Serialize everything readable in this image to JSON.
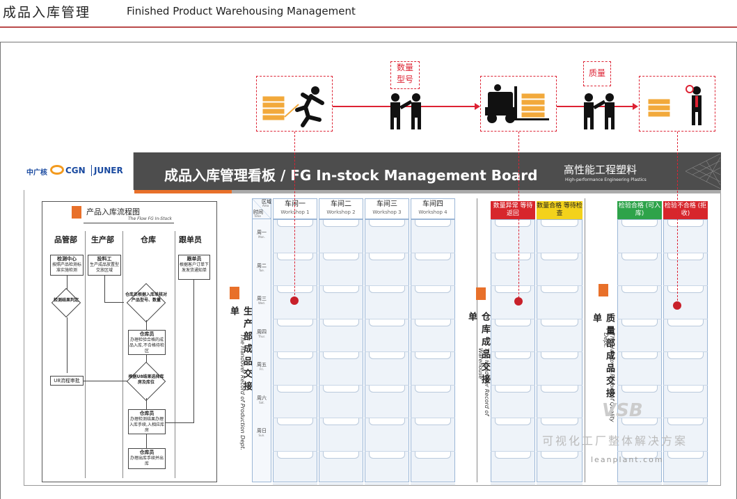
{
  "header": {
    "title_cn": "成品入库管理",
    "title_en": "Finished Product Warehousing Management"
  },
  "top_flow": {
    "tag1": [
      "数量",
      "型号"
    ],
    "tag2": "质量"
  },
  "board": {
    "logos": [
      "中广核",
      "CGN",
      "JUNER"
    ],
    "title": "成品入库管理看板 /  FG In-stock Management Board",
    "subtitle_cn": "高性能工程塑料",
    "subtitle_en": "High-performance Engineering Plastics"
  },
  "flowchart": {
    "title_cn": "产品入库流程图",
    "title_en": "The Flow FG In-Stock",
    "departments": [
      "品管部",
      "生产部",
      "仓库",
      "跟单员"
    ],
    "boxes": {
      "qc_center": {
        "title": "检测中心",
        "text": "按照产品检测标准实施检测"
      },
      "feeder": {
        "title": "投料工",
        "text": "生产成品放置型交放区域"
      },
      "warehouse_check": {
        "text": "仓库员根据入库单核对产品型号、数量"
      },
      "follower": {
        "title": "跟单员",
        "text": "根据客户订单下发发货通知单"
      },
      "qc_result": {
        "text": "检测结果判定"
      },
      "wh1": {
        "title": "仓库员",
        "text": "办理检验合格的成品入库,不合格待检区"
      },
      "u8_approve": {
        "text": "U8流程审批"
      },
      "u8_select": {
        "text": "根据U8结果选择库房及库位"
      },
      "wh2": {
        "title": "仓库员",
        "text": "办理检测结果办理入库手续,入相应库房"
      },
      "wh3": {
        "title": "仓库员",
        "text": "办理出库手续并出库"
      }
    }
  },
  "production": {
    "corner_top": "区域",
    "corner_top_en": "Area",
    "corner_bottom": "时间",
    "corner_bottom_en": "Time",
    "workshops": [
      {
        "cn": "车间一",
        "en": "Workshop 1"
      },
      {
        "cn": "车间二",
        "en": "Workshop 2"
      },
      {
        "cn": "车间三",
        "en": "Workshop 3"
      },
      {
        "cn": "车间四",
        "en": "Workshop 4"
      }
    ],
    "days": [
      {
        "cn": "周一",
        "en": "Mon."
      },
      {
        "cn": "周二",
        "en": "Tue."
      },
      {
        "cn": "周三",
        "en": "Wed."
      },
      {
        "cn": "周四",
        "en": "Thur."
      },
      {
        "cn": "周五",
        "en": "Fri."
      },
      {
        "cn": "周六",
        "en": "Sat."
      },
      {
        "cn": "周日",
        "en": "Sun."
      }
    ],
    "label_cn": "生产部成品交接单",
    "label_en": "The Handover Record of Production Dept."
  },
  "warehouse": {
    "headers": [
      {
        "text": "数量异常 等待返回",
        "color": "red"
      },
      {
        "text": "数量合格 等待检查",
        "color": "yellow"
      }
    ],
    "label_cn": "仓库成品交接单",
    "label_en": "The Handover Record of Warehouse"
  },
  "quality": {
    "headers": [
      {
        "text": "检验合格 (可入库)",
        "color": "green"
      },
      {
        "text": "检验不合格 (拒收)",
        "color": "red"
      }
    ],
    "label_cn": "质量部成品交接单",
    "label_en": "The Handover Record of Quality Dept."
  },
  "watermark": {
    "logo": "VSB",
    "cn": "可视化工厂整体解决方案",
    "en": "leanplant.com"
  },
  "colors": {
    "accent": "#d7262c",
    "board_header": "#4d4d4d",
    "orange": "#e8702a",
    "grid": "#eef3f9"
  }
}
